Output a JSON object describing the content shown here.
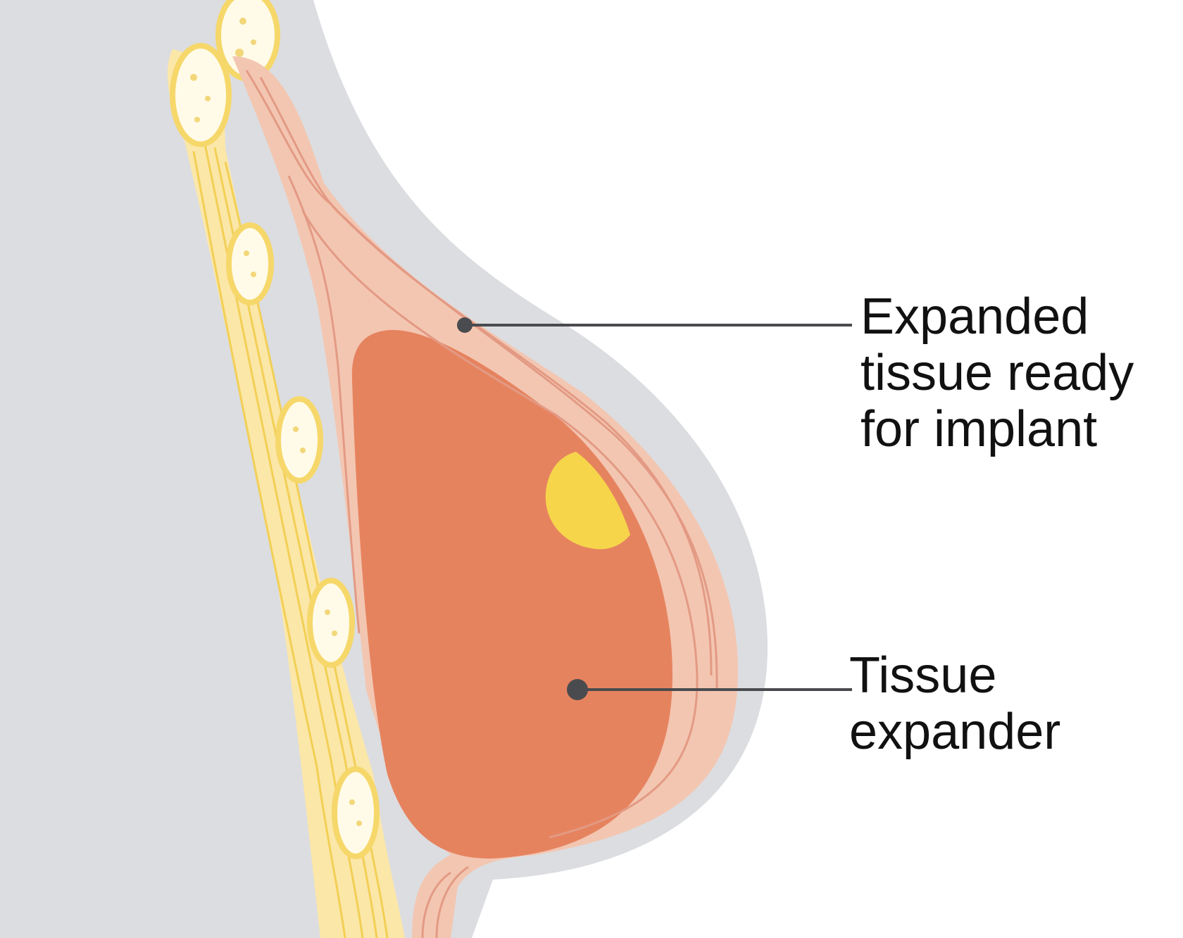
{
  "labels": {
    "expanded_tissue": {
      "lines": [
        "Expanded",
        "tissue ready",
        "for implant"
      ]
    },
    "tissue_expander": {
      "lines": [
        "Tissue",
        "expander"
      ]
    }
  },
  "colors": {
    "background": "#ffffff",
    "body": "#dcdde0",
    "muscle": "#f3c6b1",
    "muscle_lines": "#e39a84",
    "rib_tissue": "#fbe7a8",
    "rib_lines": "#f2cf56",
    "rib_bone": "#fffbe8",
    "expander": "#e6835f",
    "port": "#f6d54a",
    "leader": "#4a4b4f"
  }
}
